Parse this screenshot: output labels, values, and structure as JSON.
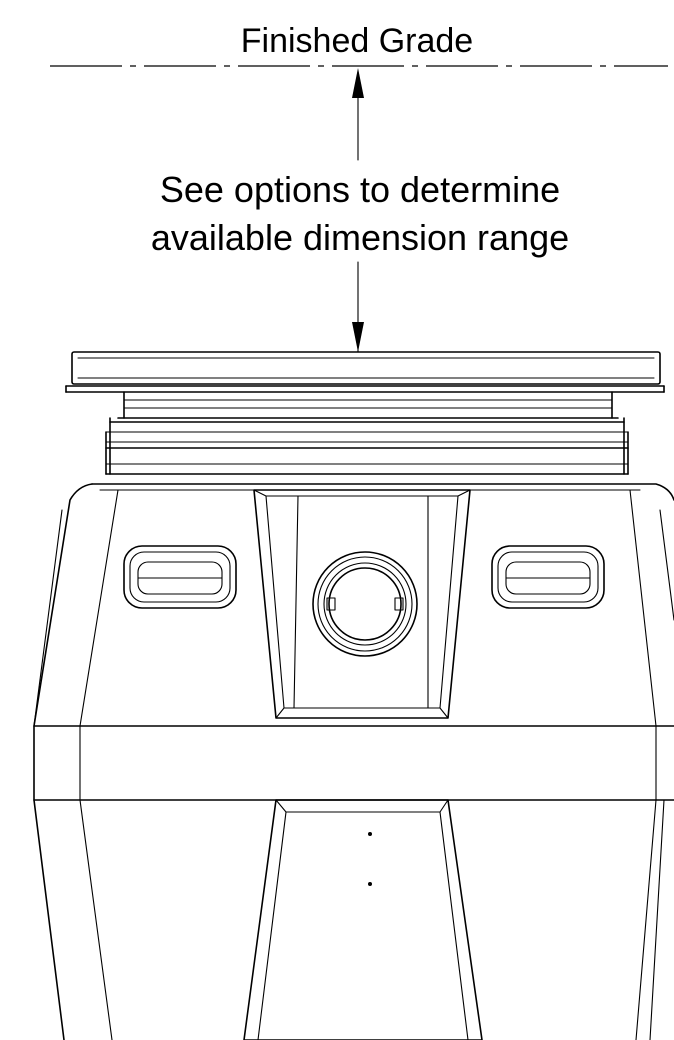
{
  "labels": {
    "grade_line": "Finished Grade",
    "note_line1": "See options to determine",
    "note_line2": "available dimension range"
  },
  "colors": {
    "line": "#000000",
    "background": "#ffffff"
  }
}
